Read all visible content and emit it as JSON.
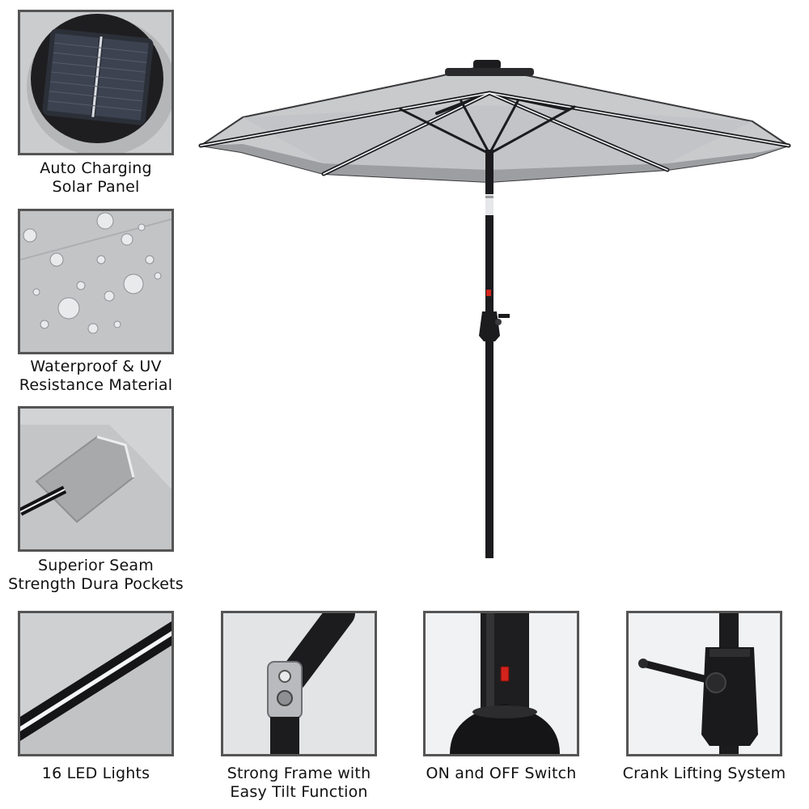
{
  "features": [
    {
      "id": "solar",
      "lines": [
        "Auto Charging",
        "Solar Panel"
      ],
      "icon": "solar-panel-icon"
    },
    {
      "id": "waterproof",
      "lines": [
        "Waterproof & UV",
        "Resistance Material"
      ],
      "icon": "water-drops-icon"
    },
    {
      "id": "seam",
      "lines": [
        "Superior Seam",
        "Strength Dura Pockets"
      ],
      "icon": "seam-pocket-icon"
    },
    {
      "id": "led",
      "lines": [
        "16 LED Lights"
      ],
      "icon": "led-strip-icon"
    },
    {
      "id": "frame",
      "lines": [
        "Strong Frame with",
        "Easy Tilt Function"
      ],
      "icon": "tilt-joint-icon"
    },
    {
      "id": "switch",
      "lines": [
        "ON and OFF Switch"
      ],
      "icon": "power-switch-icon"
    },
    {
      "id": "crank",
      "lines": [
        "Crank Lifting System"
      ],
      "icon": "crank-handle-icon"
    }
  ],
  "colors": {
    "canopy": "#c9cacc",
    "frame": "#1c1c1e",
    "led": "#f4f6f8",
    "switch": "#d2231c",
    "border": "#555555"
  }
}
